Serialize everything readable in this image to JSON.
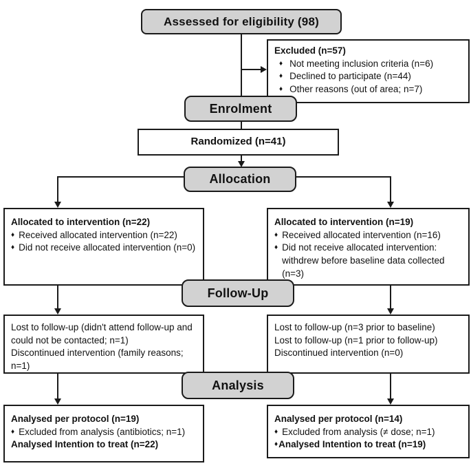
{
  "glyphs": {
    "bullet": "♦"
  },
  "colors": {
    "stage_fill": "#d2d2d2",
    "border": "#1a1a1a",
    "background": "#ffffff"
  },
  "assessed": {
    "label": "Assessed for eligibility (98)"
  },
  "excluded": {
    "title": "Excluded (n=57)",
    "items": [
      "Not meeting inclusion criteria (n=6)",
      "Declined to participate (n=44)",
      "Other reasons (out of area; n=7)"
    ]
  },
  "stages": {
    "enrolment": "Enrolment",
    "allocation": "Allocation",
    "followup": "Follow-Up",
    "analysis": "Analysis"
  },
  "randomized": {
    "label": "Randomized (n=41)"
  },
  "allocation_left": {
    "title": "Allocated to intervention (n=22)",
    "items": [
      "Received allocated intervention (n=22)",
      "Did not receive allocated intervention (n=0)"
    ]
  },
  "allocation_right": {
    "title": "Allocated to intervention (n=19)",
    "items": [
      "Received allocated intervention (n=16)",
      "Did not receive allocated intervention: withdrew before baseline data collected (n=3)"
    ]
  },
  "followup_left": {
    "lines": [
      "Lost to follow-up (didn't attend follow-up and could not be contacted; n=1)",
      "Discontinued intervention (family reasons; n=1)"
    ]
  },
  "followup_right": {
    "lines": [
      "Lost to follow-up (n=3 prior to baseline)",
      "Lost to follow-up (n=1 prior to follow-up)",
      "Discontinued intervention (n=0)"
    ]
  },
  "analysis_left": {
    "per_protocol": "Analysed per protocol (n=19)",
    "excluded_item": "Excluded from analysis (antibiotics; n=1)",
    "itt": "Analysed Intention to treat (n=22)"
  },
  "analysis_right": {
    "per_protocol": "Analysed per protocol (n=14)",
    "excluded_item": "Excluded from analysis (≠ dose; n=1)",
    "itt": "Analysed Intention to treat (n=19)"
  }
}
